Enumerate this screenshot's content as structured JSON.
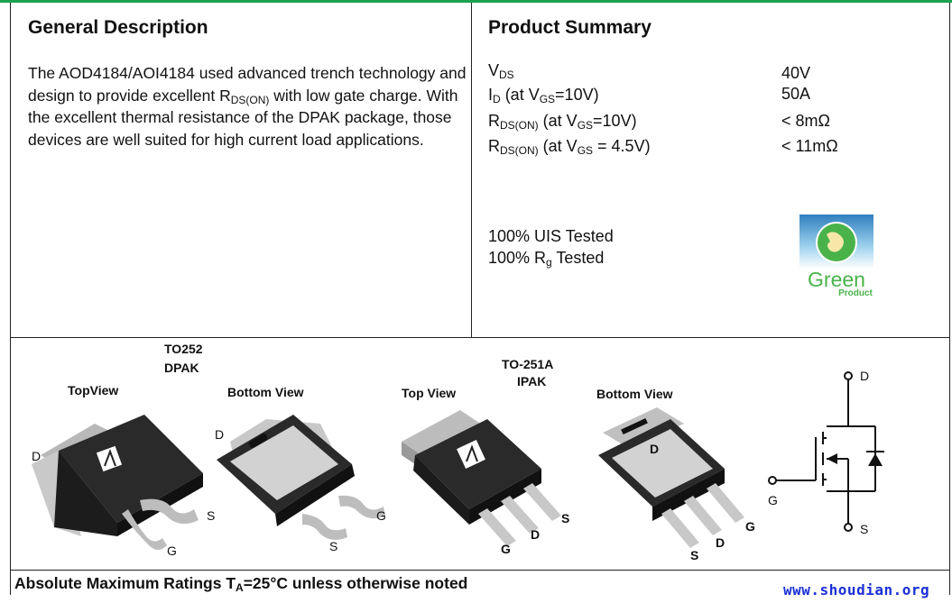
{
  "general": {
    "title": "General Description",
    "text": "The AOD4184/AOI4184 used advanced trench technology and design to provide excellent R",
    "rds_sub": "DS(ON)",
    "text_after": " with low gate charge. With the excellent thermal resistance of the DPAK package, those devices are well suited for high current load applications."
  },
  "summary": {
    "title": "Product Summary",
    "rows": [
      {
        "label_main": "V",
        "label_sub": "DS",
        "label_rest": "",
        "value": "40V"
      },
      {
        "label_main": "I",
        "label_sub": "D",
        "label_rest": "  (at V",
        "label_sub2": "GS",
        "label_tail": "=10V)",
        "value": "50A"
      },
      {
        "label_main": "R",
        "label_sub": "DS(ON)",
        "label_rest": " (at V",
        "label_sub2": "GS",
        "label_tail": "=10V)",
        "value": "< 8mΩ"
      },
      {
        "label_main": "R",
        "label_sub": "DS(ON)",
        "label_rest": " (at V",
        "label_sub2": "GS",
        "label_tail": " = 4.5V)",
        "value": "< 11mΩ"
      }
    ],
    "tested1": "100% UIS Tested",
    "tested2_main": "100%  R",
    "tested2_sub": "g",
    "tested2_tail": " Tested",
    "logo_big": "Green",
    "logo_small": "Product"
  },
  "packages": {
    "to252": "TO252",
    "dpak": "DPAK",
    "to251": "TO-251A",
    "ipak": "IPAK",
    "topview1": "TopView",
    "bottom1": "Bottom View",
    "topview2": "Top View",
    "bottom2": "Bottom View"
  },
  "pins": {
    "d": "D",
    "g": "G",
    "s": "S"
  },
  "footer": {
    "abs_main": "Absolute Maximum Ratings  T",
    "abs_sub": "A",
    "abs_tail": "=25°C unless otherwise noted",
    "watermark": "www.shoudian.org"
  },
  "colors": {
    "topline": "#1aa34a",
    "watermark": "#1a2fd6",
    "logo_green": "#49b34a"
  }
}
